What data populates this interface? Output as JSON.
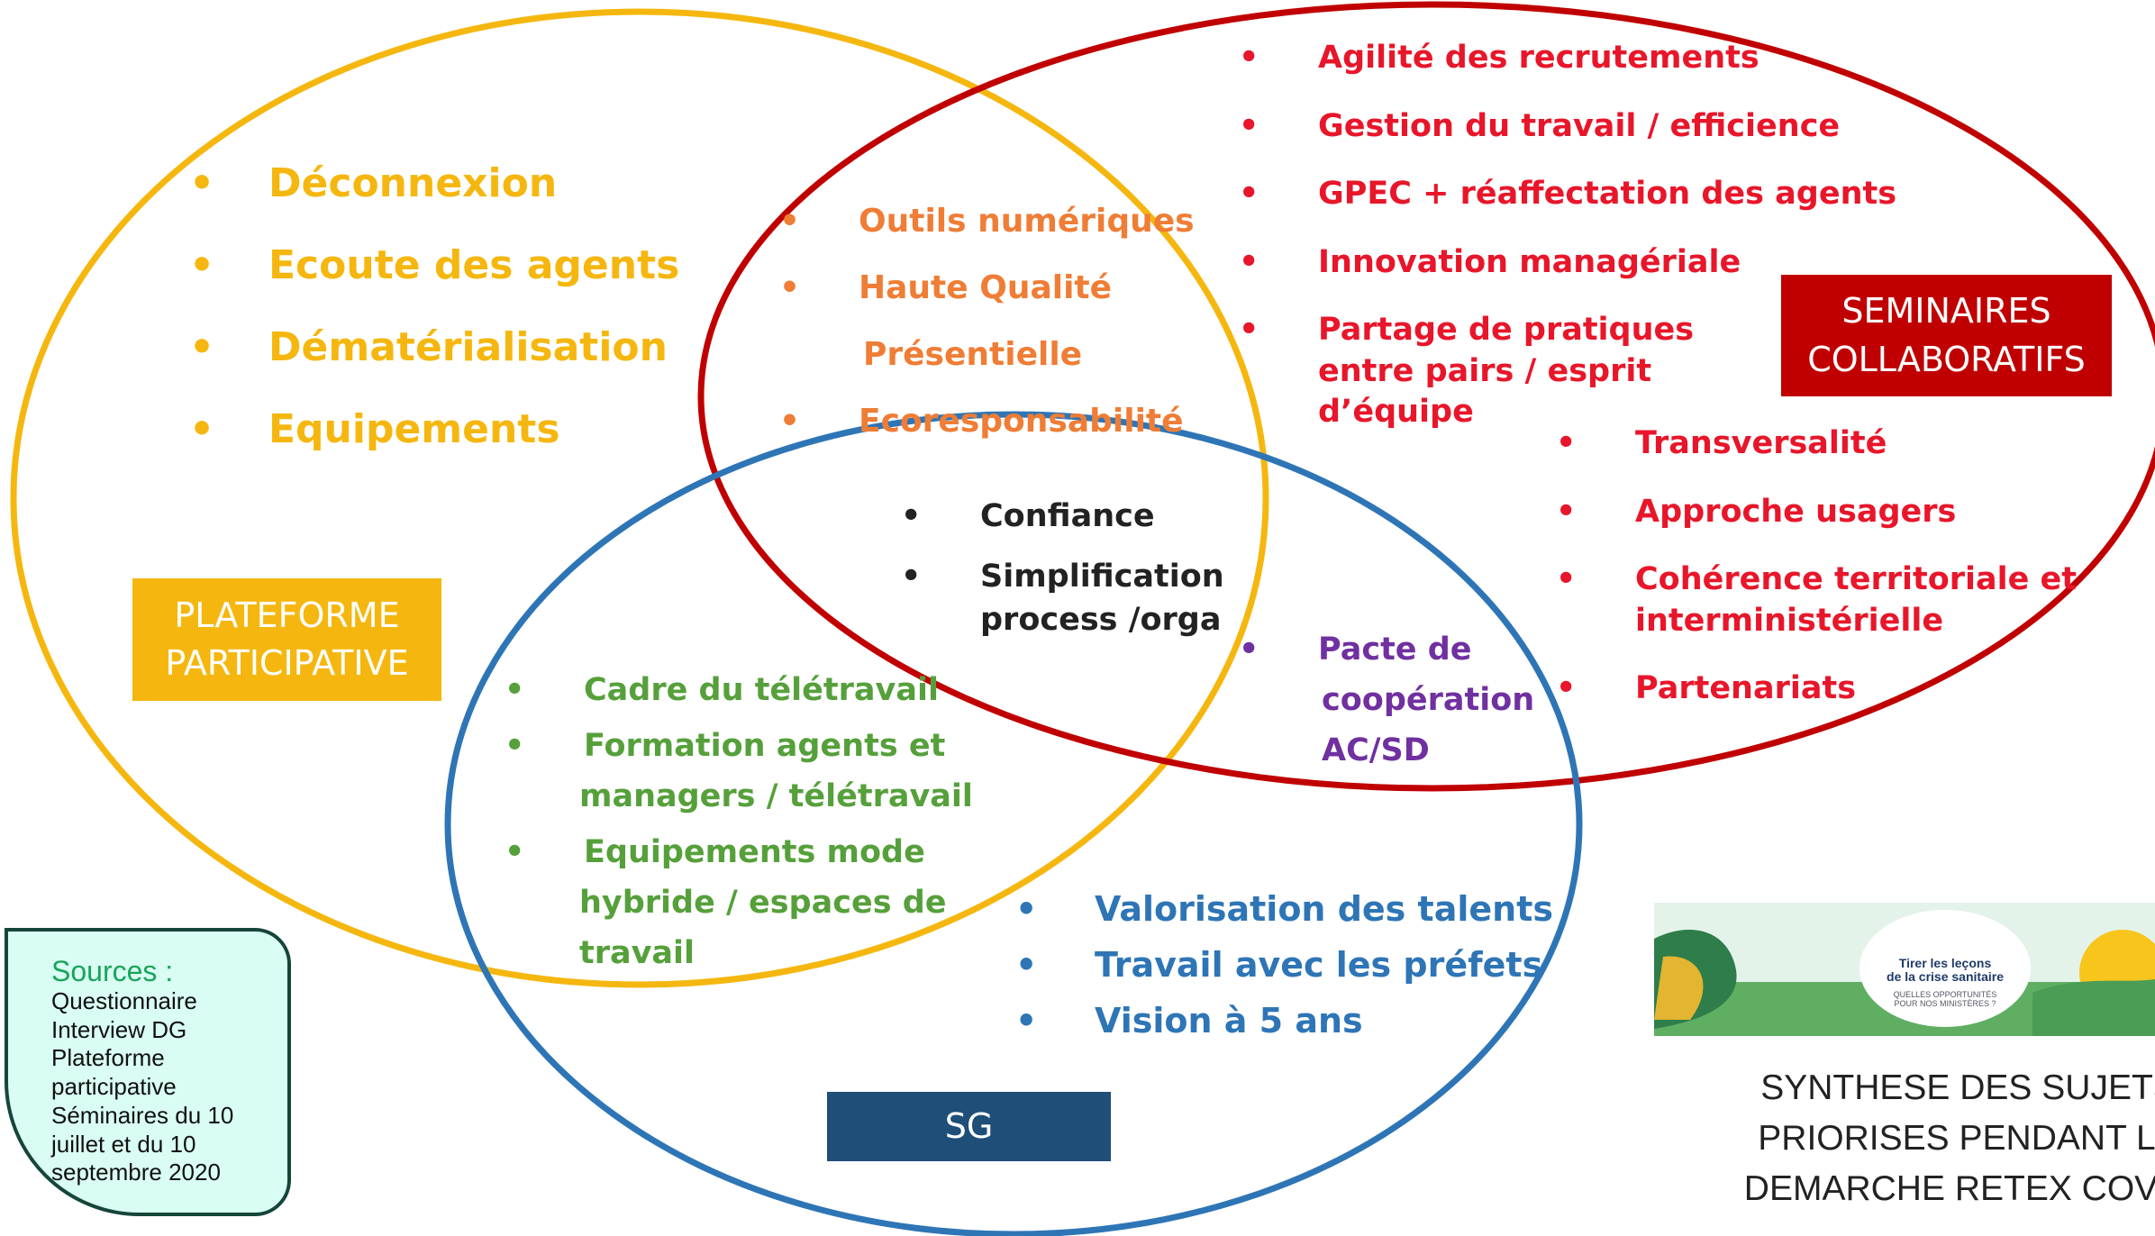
{
  "colors": {
    "yellow": "#f5b70f",
    "red": "#c00000",
    "blue": "#2e75b6",
    "orange": "#ef7d35",
    "green": "#56a03b",
    "purple": "#7030a0",
    "navy": "#1f4e79"
  },
  "circles": {
    "plateforme": {
      "label": "PLATEFORME PARTICIPATIVE",
      "items": [
        "Déconnexion",
        "Ecoute des agents",
        "Dématérialisation",
        "Equipements"
      ]
    },
    "seminaires": {
      "label": "SEMINAIRES COLLABORATIFS",
      "items_top": [
        "Agilité des recrutements",
        "Gestion du travail / efficience",
        "GPEC + réaffectation des agents",
        "Innovation managériale",
        "Partage de pratiques entre pairs / esprit d’équipe"
      ],
      "items_bottom": [
        "Transversalité",
        "Approche usagers",
        "Cohérence territoriale et interministérielle",
        "Partenariats"
      ]
    },
    "sg": {
      "label": "SG",
      "items": [
        "Valorisation des talents",
        "Travail avec les préfets",
        "Vision à 5 ans"
      ]
    }
  },
  "overlaps": {
    "plateforme_seminaires": [
      "Outils numériques",
      "Haute Qualité",
      "Présentielle",
      "Ecoresponsabilité"
    ],
    "all_three": [
      "Confiance",
      "Simplification process /orga"
    ],
    "plateforme_sg": [
      "Cadre du télétravail",
      "Formation agents et",
      "managers / télétravail",
      "Equipements mode",
      "hybride / espaces de",
      "travail"
    ],
    "seminaires_sg": [
      "Pacte de",
      "coopération",
      "AC/SD"
    ]
  },
  "sources": {
    "title": "Sources :",
    "lines": [
      "Questionnaire",
      "Interview DG",
      "Plateforme participative",
      "Séminaires du 10 juillet et du 10 septembre 2020"
    ]
  },
  "banner": {
    "badge_title": "Tirer les leçons\nde la crise sanitaire",
    "badge_subtitle": "QUELLES OPPORTUNITÉS\nPOUR NOS MINISTÈRES ?"
  },
  "synthese": {
    "lines": [
      "SYNTHESE DES SUJETS",
      "PRIORISES PENDANT LA",
      "DEMARCHE RETEX COVID"
    ]
  }
}
